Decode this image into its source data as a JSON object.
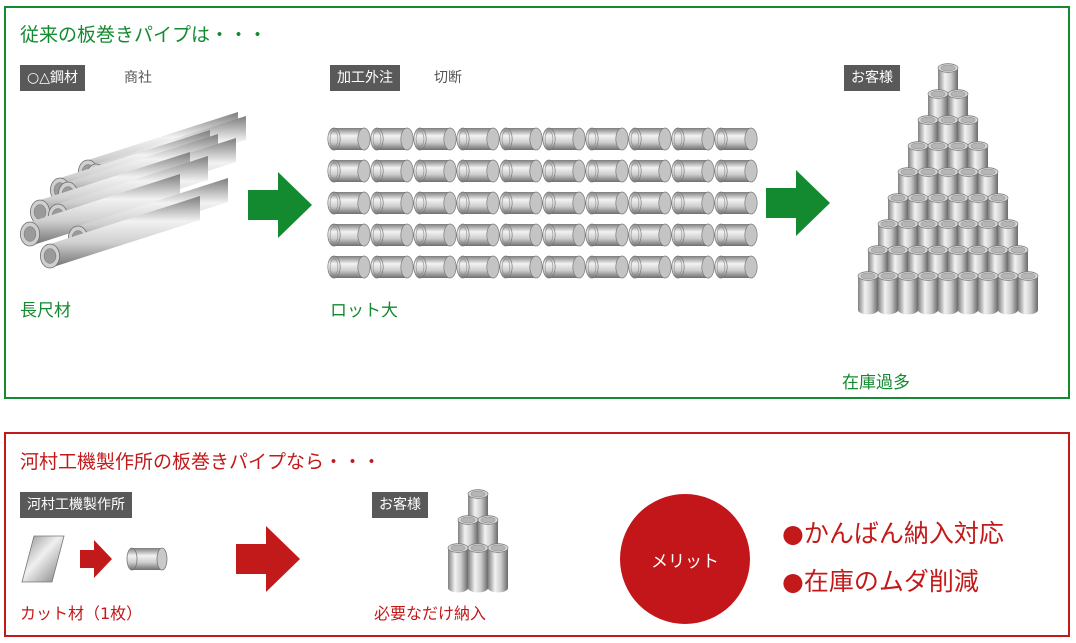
{
  "conventional": {
    "heading": "従来の板巻きパイプは・・・",
    "stage1": {
      "tag": "○△鋼材",
      "sub": "商社",
      "caption": "長尺材"
    },
    "stage2": {
      "tag": "加工外注",
      "sub": "切断",
      "caption": "ロット大"
    },
    "stage3": {
      "tag": "お客様",
      "caption": "在庫過多"
    },
    "arrow_color": "#148a30"
  },
  "kawamura": {
    "heading": "河村工機製作所の板巻きパイプなら・・・",
    "stage1": {
      "tag": "河村工機製作所",
      "caption": "カット材（1枚）"
    },
    "stage2": {
      "tag": "お客様",
      "caption": "必要なだけ納入"
    },
    "badge": "メリット",
    "merits": [
      "●かんばん納入対応",
      "●在庫のムダ削減"
    ],
    "arrow_color": "#c21a1a"
  }
}
